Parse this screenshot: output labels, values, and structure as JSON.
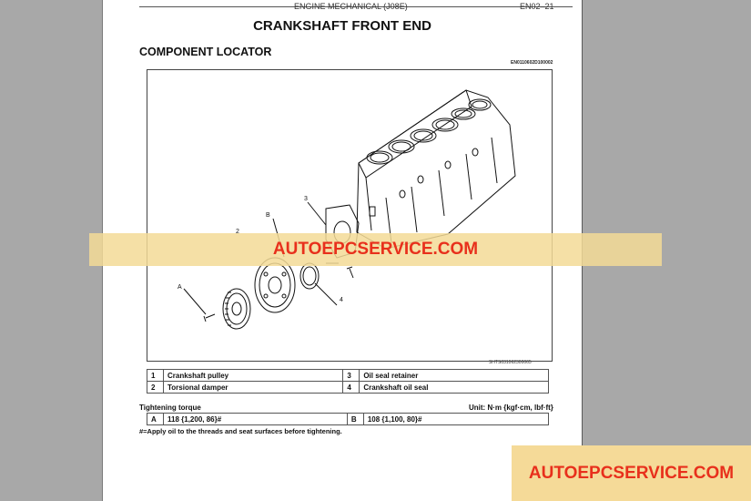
{
  "header": {
    "section": "ENGINE MECHANICAL (J08E)",
    "page_number": "EN02–21"
  },
  "title": "CRANKSHAFT FRONT END",
  "subtitle": "COMPONENT LOCATOR",
  "figure": {
    "code_top": "EN0110602D100002",
    "code_bottom": "SHTS031062300065",
    "callouts": {
      "a": "A",
      "b": "B",
      "n2": "2",
      "n3": "3",
      "n4": "4"
    }
  },
  "parts": [
    {
      "num": "1",
      "name": "Crankshaft pulley"
    },
    {
      "num": "2",
      "name": "Torsional damper"
    },
    {
      "num": "3",
      "name": "Oil seal retainer"
    },
    {
      "num": "4",
      "name": "Crankshaft oil seal"
    }
  ],
  "torque": {
    "title": "Tightening torque",
    "unit": "Unit: N·m {kgf·cm, lbf·ft}",
    "rows": [
      {
        "key": "A",
        "value": "118 {1,200, 86}#"
      },
      {
        "key": "B",
        "value": "108 {1,100, 80}#"
      }
    ]
  },
  "note": "#=Apply oil to the threads and seat surfaces before tightening.",
  "watermark": {
    "text_center": "AUTOEPCSERVICE.COM",
    "text_corner": "AUTOEPCSERVICE.COM",
    "color": "#e8301c",
    "band_color": "#f3da96"
  }
}
